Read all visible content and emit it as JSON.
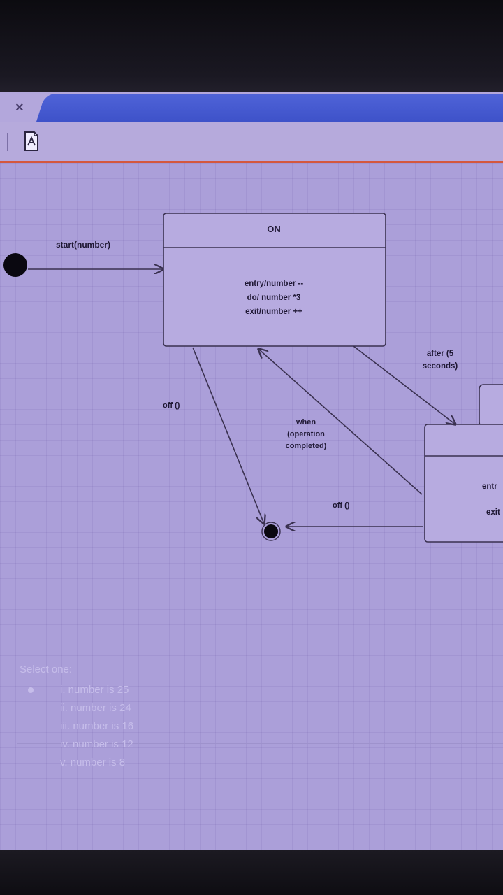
{
  "browser": {
    "close_glyph": "×"
  },
  "diagram": {
    "state_on": {
      "title": "ON",
      "actions": [
        "entry/number --",
        "do/ number *3",
        "exit/number ++"
      ]
    },
    "second_state": {
      "actions": [
        "entr",
        "exit"
      ]
    },
    "transitions": {
      "start": "start(number)",
      "off_left": "off ()",
      "after": [
        "after (5",
        "seconds)"
      ],
      "when": [
        "when",
        "(operation",
        "completed)"
      ],
      "off_bottom": "off ()"
    }
  },
  "quiz": {
    "prompt": "Select one:",
    "options": [
      {
        "label": "i. number is 25",
        "selected": true
      },
      {
        "label": "ii. number is 24",
        "selected": false
      },
      {
        "label": "iii. number is 16",
        "selected": false
      },
      {
        "label": "iv. number is 12",
        "selected": false
      },
      {
        "label": "v. number is 8",
        "selected": false
      }
    ]
  },
  "colors": {
    "accent_tab": "#4459d0",
    "toolbar_divider": "#d4573e",
    "content_bg": "#ab9fd9"
  },
  "icons": {
    "close": "close-icon",
    "document": "pdf-document-icon"
  }
}
